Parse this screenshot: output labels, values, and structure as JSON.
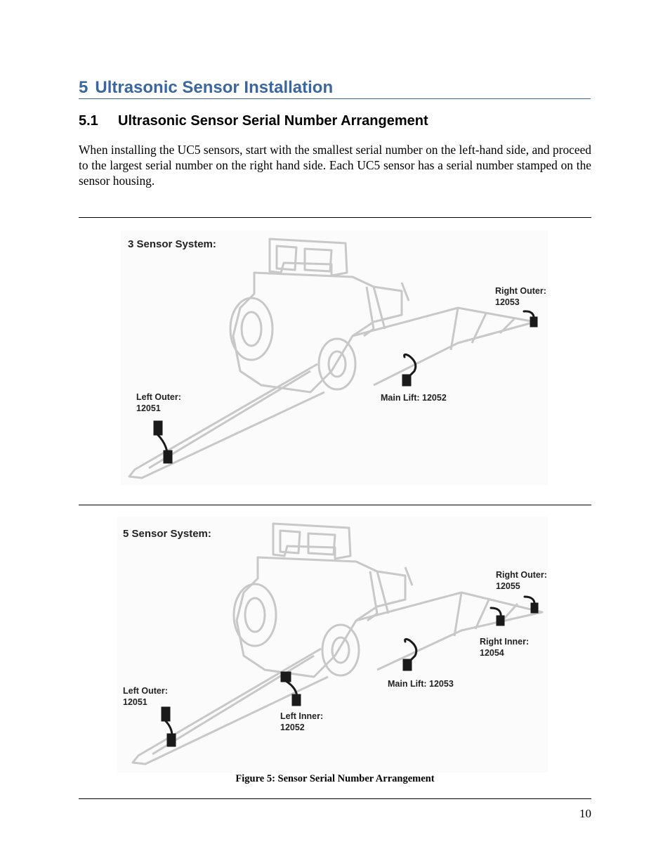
{
  "heading1": {
    "number": "5",
    "title": "Ultrasonic Sensor Installation"
  },
  "heading2": {
    "number": "5.1",
    "title": "Ultrasonic Sensor Serial Number Arrangement"
  },
  "paragraph": "When installing the UC5 sensors, start with the smallest serial number on the left-hand side, and proceed to the largest serial number on the right hand side.  Each UC5 sensor has a serial number stamped on the sensor housing.",
  "figure1": {
    "title": "3 Sensor System:",
    "labels": {
      "right_outer": [
        "Right Outer:",
        "12053"
      ],
      "main_lift": "Main Lift: 12052",
      "left_outer": [
        "Left Outer:",
        "12051"
      ]
    }
  },
  "figure2": {
    "title": "5 Sensor System:",
    "labels": {
      "right_outer": [
        "Right Outer:",
        "12055"
      ],
      "right_inner": [
        "Right Inner:",
        "12054"
      ],
      "main_lift": "Main Lift: 12053",
      "left_outer": [
        "Left Outer:",
        "12051"
      ],
      "left_inner": [
        "Left Inner:",
        "12052"
      ]
    }
  },
  "caption": "Figure 5: Sensor Serial Number Arrangement",
  "page_number": "10"
}
